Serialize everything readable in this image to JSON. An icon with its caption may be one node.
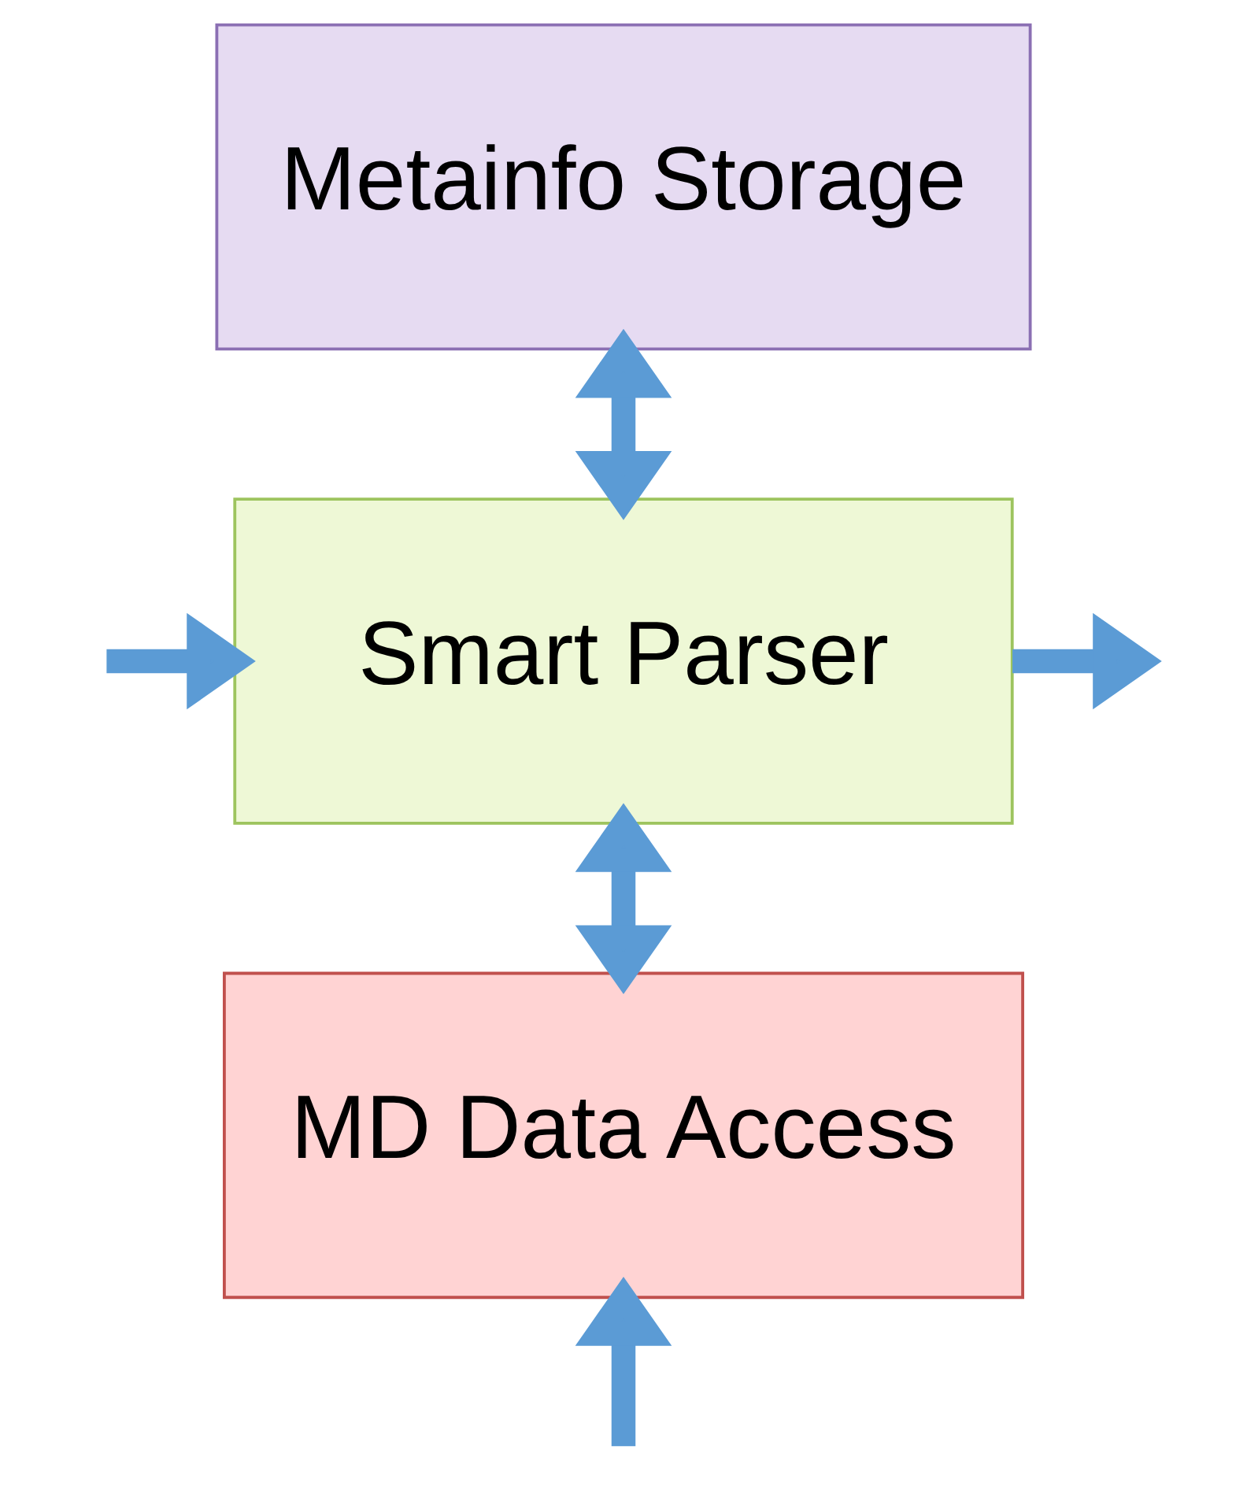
{
  "diagram": {
    "nodes": [
      {
        "text": [
          "Metainfo Storage"
        ]
      },
      {
        "text": [
          "Smart Parser"
        ]
      },
      {
        "text": [
          "MD Data Access"
        ]
      }
    ],
    "edges": [
      {
        "from": 0,
        "to": 1,
        "arrow": "both"
      },
      {
        "from": 1,
        "to": null,
        "arrow": "to"
      },
      {
        "from": null,
        "to": 1,
        "arrow": "to"
      },
      {
        "from": 1,
        "to": 2,
        "arrow": "both"
      },
      {
        "from": null,
        "to": 2,
        "arrow": "to"
      }
    ]
  }
}
